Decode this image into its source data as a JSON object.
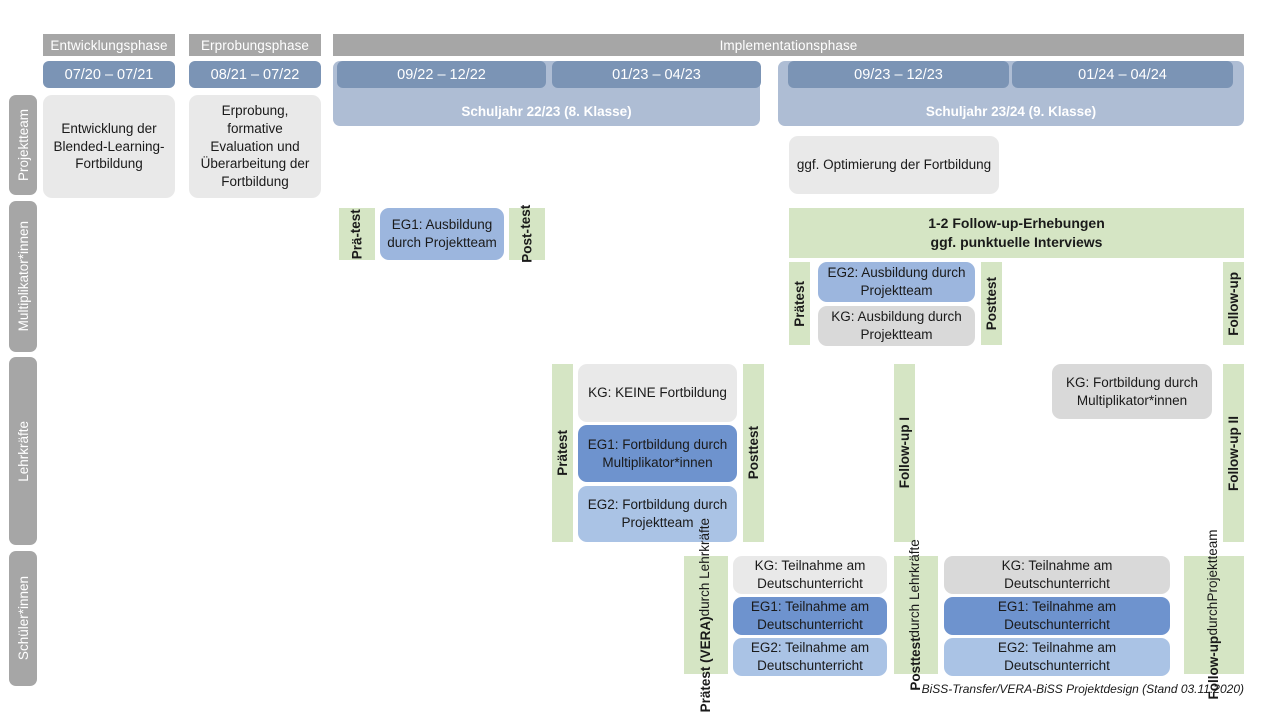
{
  "diagram": {
    "title": "BiSS-Transfer/VERA-BiSS Projektdesign",
    "footer": "BiSS-Transfer/VERA-BiSS Projektdesign (Stand 03.11.2020)"
  },
  "colors": {
    "header_gray": "#a6a6a6",
    "date_blue": "#7b94b5",
    "year_blue": "#aebdd4",
    "box_gray": "#e9e9e9",
    "box_gray_dark": "#d9d9d9",
    "eg1_blue": "#6e93ce",
    "eg2_blue": "#aac3e5",
    "mult_blue": "#9cb6de",
    "green": "#d5e5c4"
  },
  "phases": [
    {
      "label": "Entwicklungsphase"
    },
    {
      "label": "Erprobungsphase"
    },
    {
      "label": "Implementationsphase"
    }
  ],
  "dates": [
    {
      "label": "07/20 – 07/21"
    },
    {
      "label": "08/21 – 07/22"
    },
    {
      "label": "09/22 – 12/22"
    },
    {
      "label": "01/23 – 04/23"
    },
    {
      "label": "09/23 – 12/23"
    },
    {
      "label": "01/24 – 04/24"
    }
  ],
  "school_years": [
    {
      "label": "Schuljahr 22/23 (8. Klasse)"
    },
    {
      "label": "Schuljahr 23/24 (9. Klasse)"
    }
  ],
  "row_labels": [
    {
      "label": "Projektteam"
    },
    {
      "label": "Multiplikator*innen"
    },
    {
      "label": "Lehrkräfte"
    },
    {
      "label": "Schüler*innen"
    }
  ],
  "projektteam": {
    "entwicklung": "Entwicklung der Blended-Learning-Fortbildung",
    "erprobung": "Erprobung, formative Evaluation und Überarbeitung der Fortbildung",
    "optimierung": "ggf. Optimierung der Fortbildung"
  },
  "multiplikatoren": {
    "praetest_1_line1": "Prä-",
    "praetest_1_line2": "test",
    "eg1_box": "EG1: Ausbildung durch Projektteam",
    "posttest_1_line1": "Post-",
    "posttest_1_line2": "test",
    "followup_banner_line1": "1-2 Follow-up-Erhebungen",
    "followup_banner_line2": "ggf. punktuelle Interviews",
    "praetest_2": "Prätest",
    "eg2_box": "EG2: Ausbildung durch Projektteam",
    "kg_box": "KG: Ausbildung durch Projektteam",
    "posttest_2": "Posttest",
    "followup": "Follow-up"
  },
  "lehrkraefte": {
    "praetest": "Prätest",
    "kg_box": "KG: KEINE Fortbildung",
    "eg1_box": "EG1: Fortbildung durch Multiplikator*innen",
    "eg2_box": "EG2: Fortbildung durch Projektteam",
    "posttest": "Posttest",
    "followup_1": "Follow-up I",
    "kg_fortbildung": "KG: Fortbildung durch Multiplikator*innen",
    "followup_2": "Follow-up II"
  },
  "schueler": {
    "praetest_main": "Prätest (VERA)",
    "praetest_sub": "durch Lehrkräfte",
    "posttest_main": "Posttest",
    "posttest_sub": "durch Lehrkräfte",
    "followup_main": "Follow-up",
    "followup_sub1": "durch",
    "followup_sub2": "Projektteam",
    "left_kg": "KG: Teilnahme am Deutschunterricht",
    "left_eg1": "EG1: Teilnahme am Deutschunterricht",
    "left_eg2": "EG2: Teilnahme am Deutschunterricht",
    "right_kg": "KG: Teilnahme am Deutschunterricht",
    "right_eg1": "EG1: Teilnahme am Deutschunterricht",
    "right_eg2": "EG2: Teilnahme am Deutschunterricht"
  }
}
